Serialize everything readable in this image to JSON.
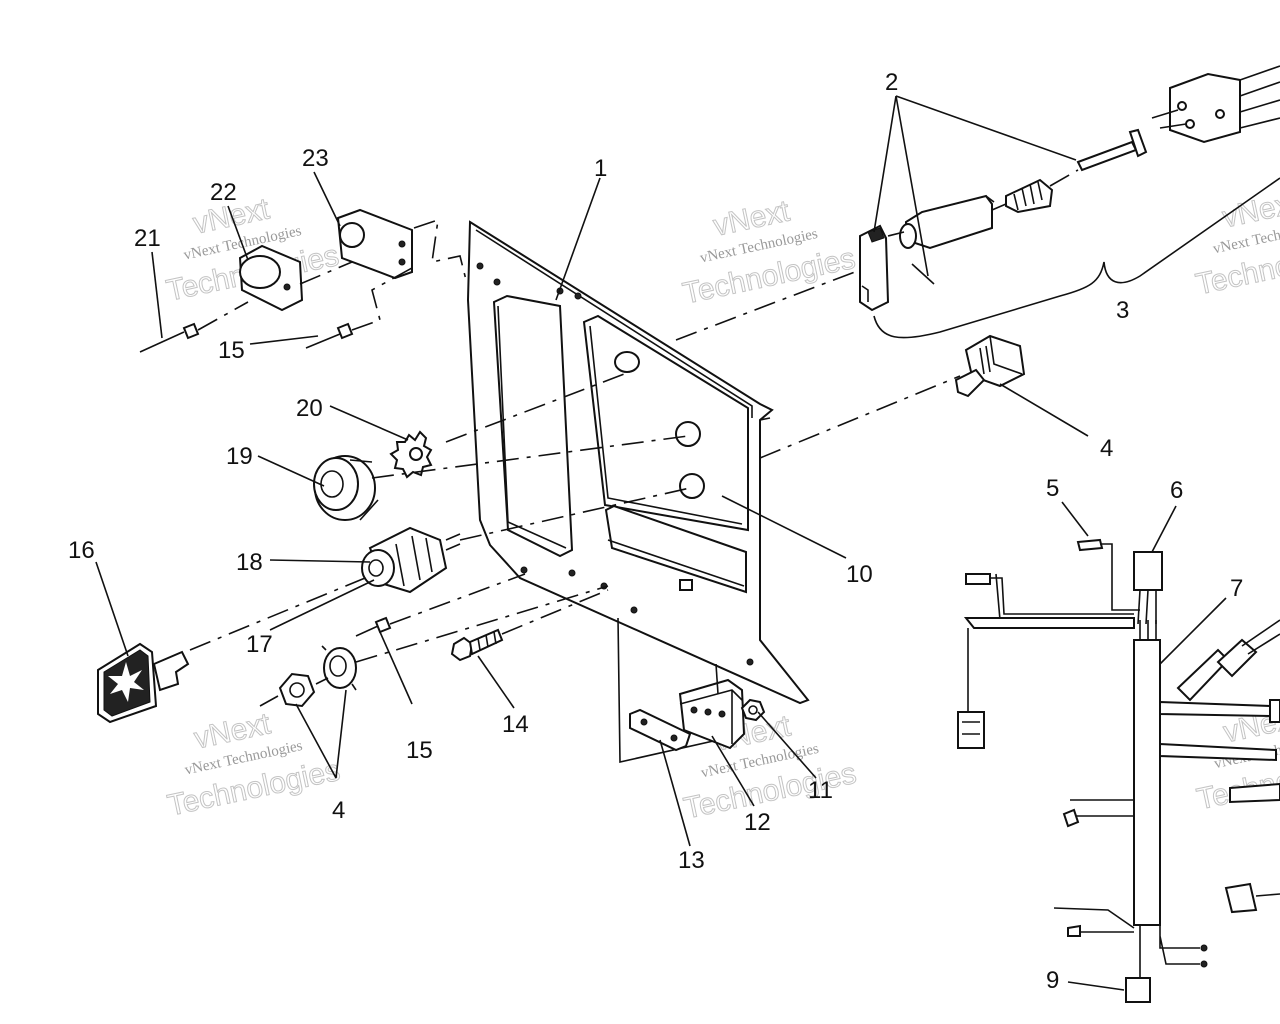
{
  "callouts": [
    {
      "id": "c1",
      "text": "1"
    },
    {
      "id": "c2",
      "text": "2"
    },
    {
      "id": "c3",
      "text": "3"
    },
    {
      "id": "c4a",
      "text": "4"
    },
    {
      "id": "c4b",
      "text": "4"
    },
    {
      "id": "c5",
      "text": "5"
    },
    {
      "id": "c6",
      "text": "6"
    },
    {
      "id": "c7",
      "text": "7"
    },
    {
      "id": "c9",
      "text": "9"
    },
    {
      "id": "c10",
      "text": "10"
    },
    {
      "id": "c11",
      "text": "11"
    },
    {
      "id": "c12",
      "text": "12"
    },
    {
      "id": "c13",
      "text": "13"
    },
    {
      "id": "c14",
      "text": "14"
    },
    {
      "id": "c15a",
      "text": "15"
    },
    {
      "id": "c15b",
      "text": "15"
    },
    {
      "id": "c16",
      "text": "16"
    },
    {
      "id": "c17",
      "text": "17"
    },
    {
      "id": "c18",
      "text": "18"
    },
    {
      "id": "c19",
      "text": "19"
    },
    {
      "id": "c20",
      "text": "20"
    },
    {
      "id": "c21",
      "text": "21"
    },
    {
      "id": "c22",
      "text": "22"
    },
    {
      "id": "c23",
      "text": "23"
    }
  ],
  "watermark": {
    "line1": "vNext Technologies",
    "line2": "vNext",
    "line3": "Technologies"
  }
}
